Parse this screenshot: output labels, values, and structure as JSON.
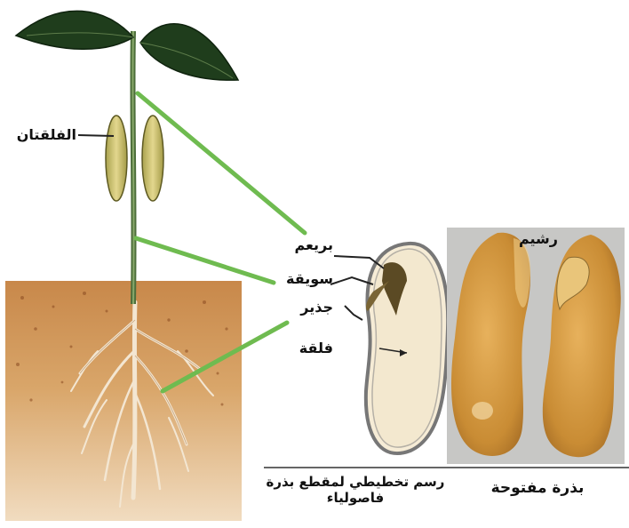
{
  "labels": {
    "cotyledons_plant": "الفلقتان",
    "plumule": "بريعم",
    "hypocotyl": "سويقة",
    "radicle": "جذير",
    "cotyledon": "فلقة",
    "embryo": "رشيم"
  },
  "captions": {
    "section_line1": "رسم تخطيطي لمقطع بذرة",
    "section_line2": "فاصولياء",
    "opened_seed": "بذرة مفتوحة"
  }
}
